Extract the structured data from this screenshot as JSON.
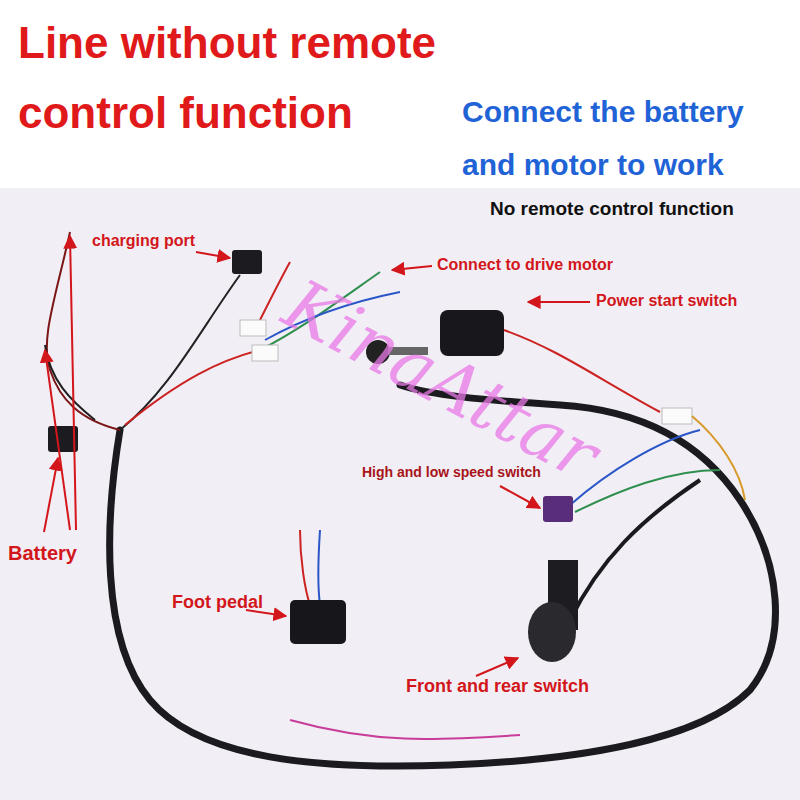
{
  "diagram": {
    "title": "Line without remote control function",
    "labels": [
      "Connect the battery and motor to work",
      "No remote control function",
      "charging port",
      "Connect to drive motor",
      "Power start switch",
      "Battery",
      "High and low speed switch",
      "Foot pedal",
      "Front and rear switch",
      "KinaAttar"
    ]
  }
}
